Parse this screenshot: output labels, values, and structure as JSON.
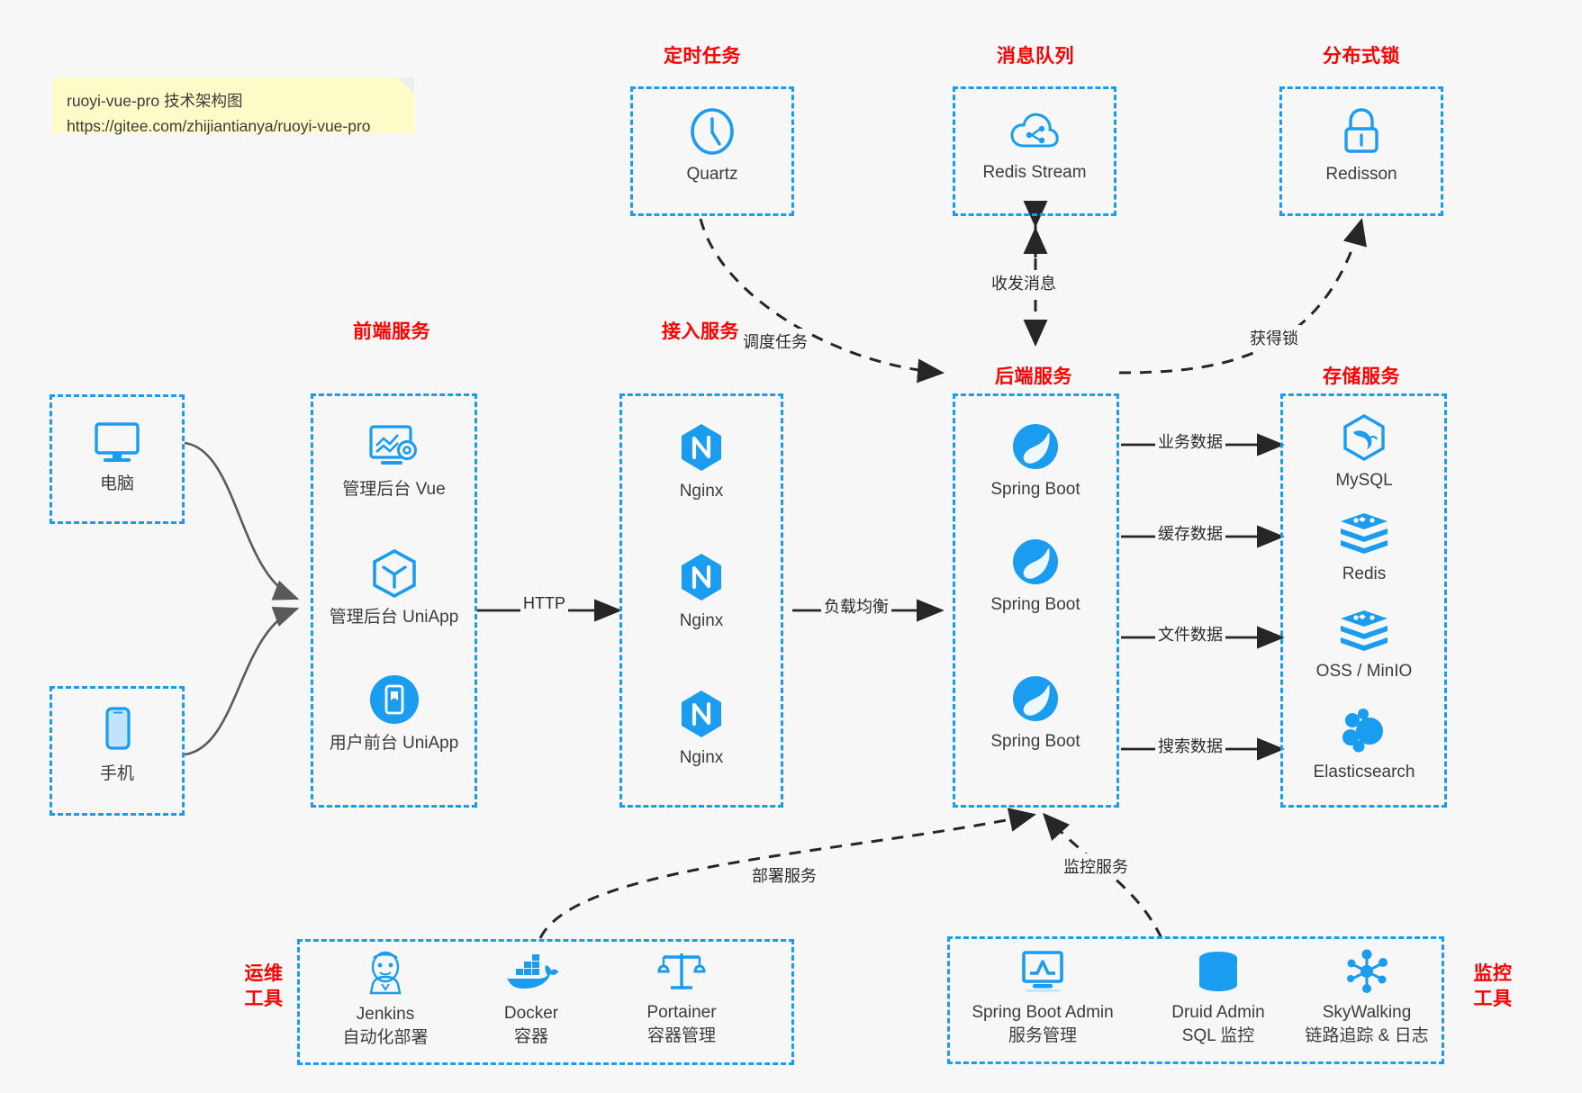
{
  "note": {
    "line1": "ruoyi-vue-pro 技术架构图",
    "line2": "https://gitee.com/zhijiantianya/ruoyi-vue-pro"
  },
  "colors": {
    "accent_blue": "#1a9cf0",
    "title_red": "#ff0000",
    "arrow_dark": "#262626",
    "arrow_gray": "#5a5a5a",
    "note_yellow": "#fdfbc8",
    "background": "#f7f7f7",
    "caption_gray": "#3c3c3c"
  },
  "groups": {
    "scheduled_task": {
      "title": "定时任务"
    },
    "message_queue": {
      "title": "消息队列"
    },
    "distributed_lock": {
      "title": "分布式锁"
    },
    "frontend": {
      "title": "前端服务"
    },
    "gateway": {
      "title": "接入服务"
    },
    "backend": {
      "title": "后端服务"
    },
    "storage": {
      "title": "存储服务"
    },
    "devops": {
      "title_line1": "运维",
      "title_line2": "工具"
    },
    "monitor": {
      "title_line1": "监控",
      "title_line2": "工具"
    }
  },
  "nodes": {
    "quartz": {
      "label": "Quartz",
      "icon": "clock-icon"
    },
    "redis_stream": {
      "label": "Redis Stream",
      "icon": "cloud-stream-icon"
    },
    "redisson": {
      "label": "Redisson",
      "icon": "lock-icon"
    },
    "computer": {
      "label": "电脑",
      "icon": "desktop-monitor-icon"
    },
    "phone": {
      "label": "手机",
      "icon": "smartphone-icon"
    },
    "admin_vue": {
      "label": "管理后台 Vue",
      "icon": "dashboard-gear-icon"
    },
    "admin_uniapp": {
      "label": "管理后台 UniApp",
      "icon": "cube-icon"
    },
    "user_uniapp": {
      "label": "用户前台 UniApp",
      "icon": "mobile-app-icon"
    },
    "nginx1": {
      "label": "Nginx",
      "icon": "nginx-icon"
    },
    "nginx2": {
      "label": "Nginx",
      "icon": "nginx-icon"
    },
    "nginx3": {
      "label": "Nginx",
      "icon": "nginx-icon"
    },
    "springboot1": {
      "label": "Spring Boot",
      "icon": "spring-leaf-icon"
    },
    "springboot2": {
      "label": "Spring Boot",
      "icon": "spring-leaf-icon"
    },
    "springboot3": {
      "label": "Spring Boot",
      "icon": "spring-leaf-icon"
    },
    "mysql": {
      "label": "MySQL",
      "icon": "mysql-dolphin-icon"
    },
    "redis": {
      "label": "Redis",
      "icon": "redis-stack-icon"
    },
    "oss_minio": {
      "label": "OSS / MinIO",
      "icon": "redis-stack-icon"
    },
    "elasticsearch": {
      "label": "Elasticsearch",
      "icon": "elasticsearch-icon"
    },
    "jenkins": {
      "label": "Jenkins",
      "sublabel": "自动化部署",
      "icon": "jenkins-butler-icon"
    },
    "docker": {
      "label": "Docker",
      "sublabel": "容器",
      "icon": "docker-whale-icon"
    },
    "portainer": {
      "label": "Portainer",
      "sublabel": "容器管理",
      "icon": "scales-icon"
    },
    "sba": {
      "label": "Spring Boot Admin",
      "sublabel": "服务管理",
      "icon": "monitor-chart-icon"
    },
    "druid": {
      "label": "Druid Admin",
      "sublabel": "SQL 监控",
      "icon": "database-icon"
    },
    "skywalking": {
      "label": "SkyWalking",
      "sublabel": "链路追踪 & 日志",
      "icon": "network-nodes-icon"
    }
  },
  "edges": {
    "http": "HTTP",
    "load_balance": "负载均衡",
    "schedule_task": "调度任务",
    "send_receive_message": "收发消息",
    "acquire_lock": "获得锁",
    "business_data": "业务数据",
    "cache_data": "缓存数据",
    "file_data": "文件数据",
    "search_data": "搜索数据",
    "deploy_service": "部署服务",
    "monitor_service": "监控服务"
  }
}
